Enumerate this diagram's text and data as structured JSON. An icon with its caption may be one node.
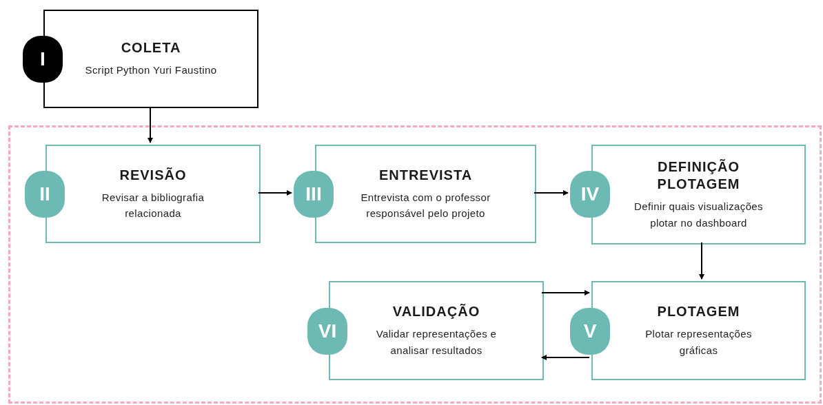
{
  "diagram": {
    "nodes": [
      {
        "text": [
          "COLETA",
          "Script Python Yuri Faustino"
        ]
      },
      {
        "text": [
          "I"
        ]
      },
      {
        "text": [],
        "shape": "box"
      },
      {
        "text": [
          "REVISÃO",
          "Revisar a bibliografia relacionada"
        ],
        "in": 2
      },
      {
        "text": [
          "II"
        ],
        "in": 2
      },
      {
        "text": [
          "ENTREVISTA",
          "Entrevista com o professor responsável pelo projeto"
        ],
        "in": 2
      },
      {
        "text": [
          "III"
        ],
        "in": 2
      },
      {
        "text": [
          "DEFINIÇÃO PLOTAGEM",
          "Definir quais visualizações plotar no dashboard"
        ],
        "in": 2
      },
      {
        "text": [
          "IV"
        ],
        "in": 2
      },
      {
        "text": [
          "VALIDAÇÃO",
          "Validar representações e analisar resultados"
        ],
        "in": 2
      },
      {
        "text": [
          "VI"
        ],
        "in": 2
      },
      {
        "text": [
          "PLOTAGEM",
          "Plotar representações gráficas"
        ],
        "in": 2
      },
      {
        "text": [
          "V"
        ],
        "in": 2
      }
    ],
    "edges": [
      {
        "from": 0,
        "to": 3,
        "arrow": "to"
      },
      {
        "from": 3,
        "to": 6,
        "arrow": "to"
      },
      {
        "from": 5,
        "to": 8,
        "arrow": "to"
      },
      {
        "from": 7,
        "to": 11,
        "arrow": "to"
      },
      {
        "from": 9,
        "to": 11,
        "arrow": "to"
      },
      {
        "from": 11,
        "to": 9,
        "arrow": "to"
      }
    ]
  }
}
